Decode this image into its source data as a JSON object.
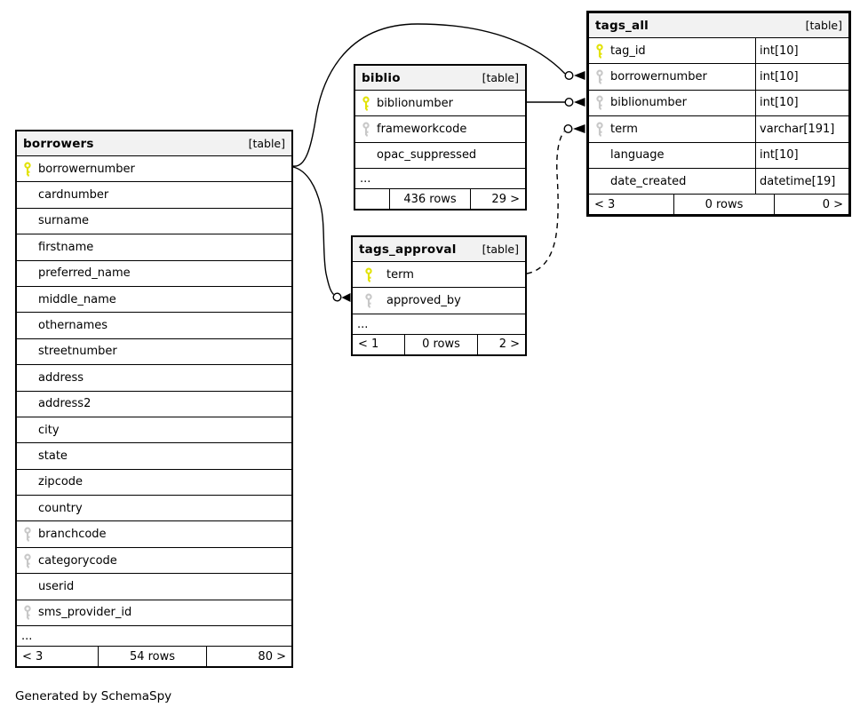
{
  "caption": "Generated by SchemaSpy",
  "colors": {
    "primary_key": "#e2e207",
    "foreign_key": "#c8c8c8",
    "header_background": "#f2f2f2",
    "line": "#000000"
  },
  "tables": {
    "borrowers": {
      "title": "borrowers",
      "tag": "[table]",
      "columns": [
        {
          "name": "borrowernumber",
          "key": "pk"
        },
        {
          "name": "cardnumber",
          "key": ""
        },
        {
          "name": "surname",
          "key": ""
        },
        {
          "name": "firstname",
          "key": ""
        },
        {
          "name": "preferred_name",
          "key": ""
        },
        {
          "name": "middle_name",
          "key": ""
        },
        {
          "name": "othernames",
          "key": ""
        },
        {
          "name": "streetnumber",
          "key": ""
        },
        {
          "name": "address",
          "key": ""
        },
        {
          "name": "address2",
          "key": ""
        },
        {
          "name": "city",
          "key": ""
        },
        {
          "name": "state",
          "key": ""
        },
        {
          "name": "zipcode",
          "key": ""
        },
        {
          "name": "country",
          "key": ""
        },
        {
          "name": "branchcode",
          "key": "fk"
        },
        {
          "name": "categorycode",
          "key": "fk"
        },
        {
          "name": "userid",
          "key": ""
        },
        {
          "name": "sms_provider_id",
          "key": "fk"
        }
      ],
      "ellipsis": "...",
      "footer": {
        "left": "< 3",
        "center": "54 rows",
        "right": "80 >"
      }
    },
    "biblio": {
      "title": "biblio",
      "tag": "[table]",
      "columns": [
        {
          "name": "biblionumber",
          "key": "pk"
        },
        {
          "name": "frameworkcode",
          "key": "fk"
        },
        {
          "name": "opac_suppressed",
          "key": ""
        }
      ],
      "ellipsis": "...",
      "footer": {
        "left": "",
        "center": "436 rows",
        "right": "29 >"
      }
    },
    "tags_approval": {
      "title": "tags_approval",
      "tag": "[table]",
      "columns": [
        {
          "name": "term",
          "key": "pk"
        },
        {
          "name": "approved_by",
          "key": "fk"
        }
      ],
      "ellipsis": "...",
      "footer": {
        "left": "< 1",
        "center": "0 rows",
        "right": "2 >"
      }
    },
    "tags_all": {
      "title": "tags_all",
      "tag": "[table]",
      "columns": [
        {
          "name": "tag_id",
          "key": "pk",
          "type": "int[10]"
        },
        {
          "name": "borrowernumber",
          "key": "fk",
          "type": "int[10]"
        },
        {
          "name": "biblionumber",
          "key": "fk",
          "type": "int[10]"
        },
        {
          "name": "term",
          "key": "fk",
          "type": "varchar[191]"
        },
        {
          "name": "language",
          "key": "",
          "type": "int[10]"
        },
        {
          "name": "date_created",
          "key": "",
          "type": "datetime[19]"
        }
      ],
      "footer": {
        "left": "< 3",
        "center": "0 rows",
        "right": "0 >"
      }
    }
  },
  "relationships": [
    {
      "from": "borrowers.borrowernumber",
      "to": "tags_all.borrowernumber",
      "style": "solid"
    },
    {
      "from": "biblio.biblionumber",
      "to": "tags_all.biblionumber",
      "style": "solid"
    },
    {
      "from": "tags_approval.term",
      "to": "tags_all.term",
      "style": "dashed"
    },
    {
      "from": "borrowers.borrowernumber",
      "to": "tags_approval.approved_by",
      "style": "solid"
    }
  ]
}
